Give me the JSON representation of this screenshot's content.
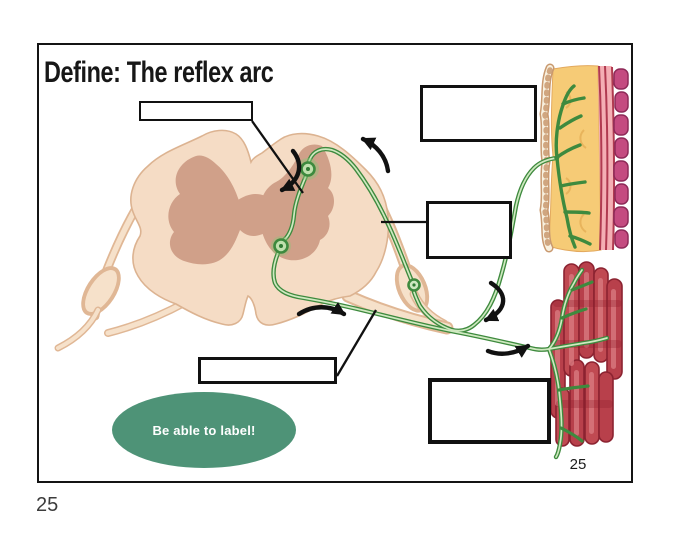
{
  "page": {
    "number_label": "25"
  },
  "slide": {
    "title": "Define: The reflex arc",
    "page_number": "25",
    "note": {
      "text": "Be able to label!"
    },
    "label_boxes": [
      {
        "name": "label-box-top-left",
        "text": ""
      },
      {
        "name": "label-box-top-right",
        "text": ""
      },
      {
        "name": "label-box-middle-right",
        "text": ""
      },
      {
        "name": "label-box-bottom-left",
        "text": ""
      },
      {
        "name": "label-box-bottom-right",
        "text": ""
      }
    ],
    "colors": {
      "note_fill": "#4e9377",
      "nerve_green": "#3e8a3e",
      "cord_fill": "#f5dcc5",
      "gray_matter": "#d0a089",
      "dermis_yellow": "#f6cb76",
      "deep_skin_magenta": "#c44b80",
      "muscle_red": "#b8404b"
    }
  }
}
